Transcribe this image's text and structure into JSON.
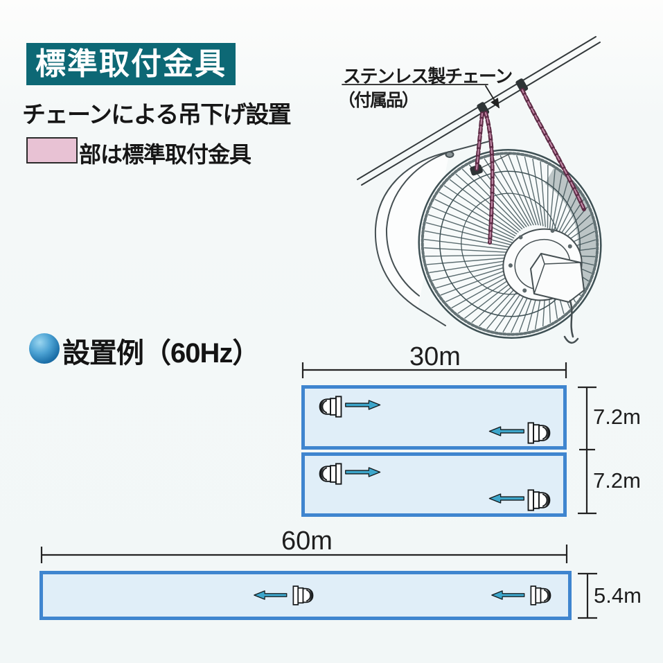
{
  "title_banner": {
    "text": "標準取付金具",
    "bg": "#0d6875",
    "fg": "#ffffff"
  },
  "subtitle": {
    "text": "チェーンによる吊下げ設置"
  },
  "legend": {
    "swatch_color": "#e8c2d4",
    "label": "部は標準取付金具"
  },
  "illustration": {
    "label_line1": "ステンレス製チェーン",
    "label_line2": "（付属品）",
    "chain_color": "#5d2b45",
    "line_color": "#454f52"
  },
  "section_heading": {
    "bullet_color": "#1b6fa8",
    "text": "設置例（60Hz）"
  },
  "install_example_top": {
    "width_label": "30m",
    "rows": [
      {
        "height_label": "7.2m"
      },
      {
        "height_label": "7.2m"
      }
    ],
    "field_fill": "#e0eef8",
    "field_border": "#3f85cf",
    "fans_per_row": 2
  },
  "install_example_bottom": {
    "width_label": "60m",
    "height_label": "5.4m",
    "fans": 2
  },
  "airflow_arrow_color": "#3da6cb"
}
